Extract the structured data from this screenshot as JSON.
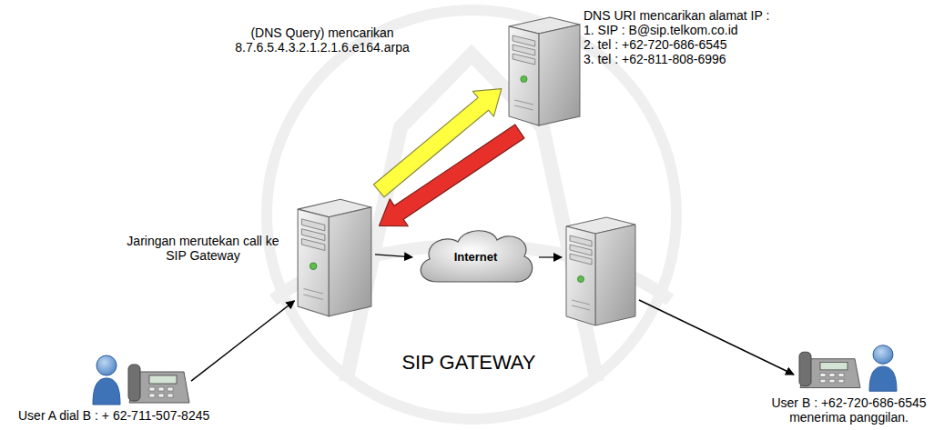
{
  "diagram": {
    "title": "SIP GATEWAY",
    "nodes": [
      {
        "text": [
          "DNS URI mencarikan alamat IP :",
          "1. SIP : B@sip.telkom.co.id",
          "2. tel : +62-720-686-6545",
          "3. tel : +62-811-808-6996"
        ]
      },
      {
        "text": [
          "Jaringan merutekan call ke SIP Gateway"
        ]
      },
      {
        "text": [
          "Internet"
        ]
      },
      {
        "text": [
          "User A dial B : + 62-711-507-8245"
        ]
      },
      {
        "text": [
          "User B : +62-720-686-6545 menerima panggilan."
        ]
      }
    ],
    "edges": [
      {
        "from": 1,
        "to": 0,
        "arrow": "to"
      },
      {
        "from": 0,
        "to": 1,
        "arrow": "to"
      },
      {
        "from": 3,
        "to": 1,
        "arrow": "to"
      },
      {
        "from": 1,
        "to": 2,
        "arrow": "to"
      }
    ],
    "labels": [
      "(DNS Query) mencarikan",
      "8.7.6.5.4.3.2.1.2.1.6.e164.arpa"
    ]
  }
}
